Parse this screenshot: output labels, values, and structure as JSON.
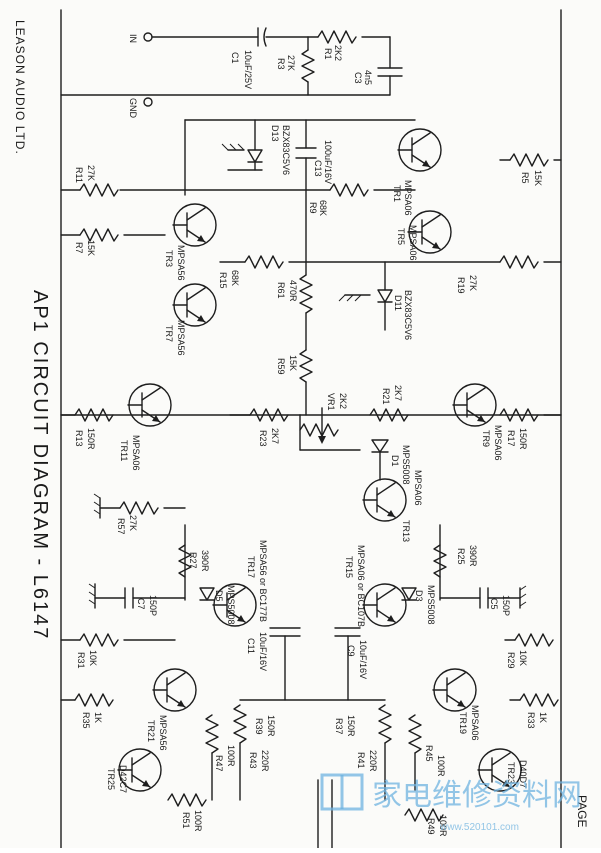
{
  "title": "AP1 CIRCUIT DIAGRAM - L6147",
  "company": "LEASON AUDIO LTD.",
  "page_ref": "PAGE",
  "watermark": {
    "text": "家电维修资料网",
    "url": "www.520101.com"
  },
  "terminals": {
    "input": "IN",
    "ground": "GND"
  },
  "labels": {
    "c1": "10uF/25V",
    "c1_ref": "C1",
    "r3": "27K",
    "r3_ref": "R3",
    "r1": "2K2",
    "r1_ref": "R1",
    "c3": "4n5",
    "c3_ref": "C3",
    "d13": "BZX83C5V6",
    "d13_ref": "D13",
    "c13": "100uF/16V",
    "c13_ref": "C13",
    "r9": "68K",
    "r9_ref": "R9",
    "r11": "27K",
    "r11_ref": "R11",
    "r7": "15K",
    "r7_ref": "R7",
    "tr3": "MPSA56",
    "tr3_ref": "TR3",
    "r15": "68K",
    "r15_ref": "R15",
    "tr7": "MPSA56",
    "tr7_ref": "TR7",
    "r61": "470R",
    "r61_ref": "R61",
    "d11": "BZX83C5V6",
    "d11_ref": "D11",
    "r19": "27K",
    "r19_ref": "R19",
    "tr1": "MPSA06",
    "tr1_ref": "TR1",
    "tr5": "MPSA06",
    "tr5_ref": "TR5",
    "r5": "15K",
    "r5_ref": "R5",
    "r59": "15K",
    "r59_ref": "R59",
    "vr1": "2K2",
    "vr1_ref": "VR1",
    "r21": "2K7",
    "r21_ref": "R21",
    "r23": "2K7",
    "r23_ref": "R23",
    "r13": "150R",
    "r13_ref": "R13",
    "tr11": "MPSA06",
    "tr11_ref": "TR11",
    "r17": "150R",
    "r17_ref": "R17",
    "tr9": "MPSA06",
    "tr9_ref": "TR9",
    "d1": "MPS5008",
    "d1_ref": "D1",
    "tr13": "MPSA06",
    "tr13_ref": "TR13",
    "r57": "27K",
    "r57_ref": "R57",
    "r27": "390R",
    "r27_ref": "R27",
    "tr17": "MPSA56 or BC177B",
    "tr17_ref": "TR17",
    "tr15": "MPSA06 or BC107B",
    "tr15_ref": "TR15",
    "r25": "390R",
    "r25_ref": "R25",
    "c7": "150P",
    "c7_ref": "C7",
    "d5": "MPS5008",
    "d5_ref": "D5",
    "d3": "MPS5008",
    "d3_ref": "D3",
    "c5": "150P",
    "c5_ref": "C5",
    "c11": "10uF/16V",
    "c11_ref": "C11",
    "c9": "10uF/16V",
    "c9_ref": "C9",
    "r31": "10K",
    "r31_ref": "R31",
    "r29": "10K",
    "r29_ref": "R29",
    "tr21": "MPSA56",
    "tr21_ref": "TR21",
    "tr19": "MPSA06",
    "tr19_ref": "TR19",
    "r35": "1K",
    "r35_ref": "R35",
    "r33": "1K",
    "r33_ref": "R33",
    "r39": "150R",
    "r39_ref": "R39",
    "r37": "150R",
    "r37_ref": "R37",
    "r47": "100R",
    "r47_ref": "R47",
    "r43": "220R",
    "r43_ref": "R43",
    "r41": "220R",
    "r41_ref": "R41",
    "r45": "100R",
    "r45_ref": "R45",
    "tr25": "D42C7",
    "tr25_ref": "TR25",
    "tr23": "D40D7",
    "tr23_ref": "TR23",
    "r51": "100R",
    "r51_ref": "R51",
    "r49": "100R",
    "r49_ref": "R49"
  }
}
